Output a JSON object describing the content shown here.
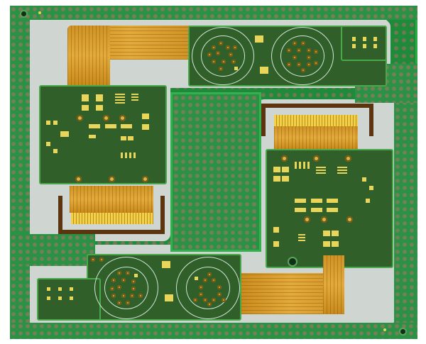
{
  "image": {
    "subject": "Rigid-flex printed circuit board panel",
    "description": "Green solder-masked rigid PCB sections with gold (ENIG) pads, connected by amber polyimide flex circuits with fine traces, mounted in a perforated green panel frame.",
    "colors": {
      "panel_green": "#1f8a3a",
      "rigid_board": "#315f2a",
      "gold_pad": "#e9d55a",
      "flex_amber": "#d49a2a",
      "silkscreen": "#cfe5d8",
      "cutout_gray": "#cfd6d2"
    },
    "regions": {
      "top_board": "Upper rigid board with two circular connector footprints (12 and 13 gold pins)",
      "left_board": "Left rigid board dense with SMD pads and three plated holes",
      "right_board": "Right rigid board dense with SMD pads and three plated holes",
      "bottom_board": "Lower rigid board with two circular connector footprints and 3 test-pad columns",
      "center_mesh": "Perforated center panel region",
      "flex_top": "L-shaped flex ribbon from top-left corner into top board",
      "flex_left": "Flex with gold edge fingers below left board",
      "flex_right": "Flex with gold edge fingers above right board",
      "flex_bottom": "L-shaped flex ribbon from bottom board to right board"
    }
  }
}
